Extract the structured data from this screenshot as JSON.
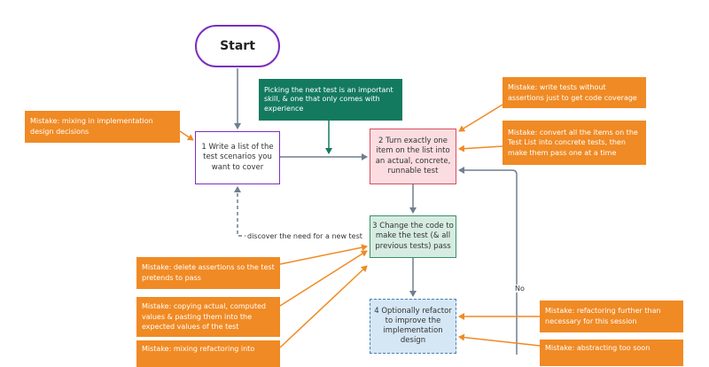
{
  "nodes": {
    "start": "Start",
    "step1": "1 Write a list of the test scenarios you want to cover",
    "step2": "2 Turn exactly one item on the list into an actual, concrete, runnable test",
    "step3": "3 Change the code to make the test (& all previous tests) pass",
    "step4": "4 Optionally refactor to improve the implementation design"
  },
  "notes": {
    "picking": "Picking the next test is an important skill, & one that only comes with experience",
    "mistake_mixing_impl": "Mistake: mixing in implementation design decisions",
    "mistake_no_assertions": "Mistake: write tests without assertions just to get code coverage",
    "mistake_convert_all": "Mistake: convert all the items on the Test List into concrete tests, then make them pass one at a time",
    "mistake_delete_assertions": "Mistake: delete assertions so the test pretends to pass",
    "mistake_copying": "Mistake: copying actual, computed values & pasting them into the expected values of the test",
    "mistake_mixing_refactoring": "Mistake: mixing refactoring into",
    "mistake_refactoring_further": "Mistake: refactoring further than necessary for this session",
    "mistake_abstracting": "Mistake: abstracting too soon"
  },
  "edge_labels": {
    "discover": "discover the need for a new test",
    "no": "No"
  },
  "colors": {
    "arrow": "#6f7f8f",
    "orange_arrow": "#f08a24",
    "purple": "#7b2fbf",
    "teal": "#137a60",
    "orange": "#f08a24"
  }
}
